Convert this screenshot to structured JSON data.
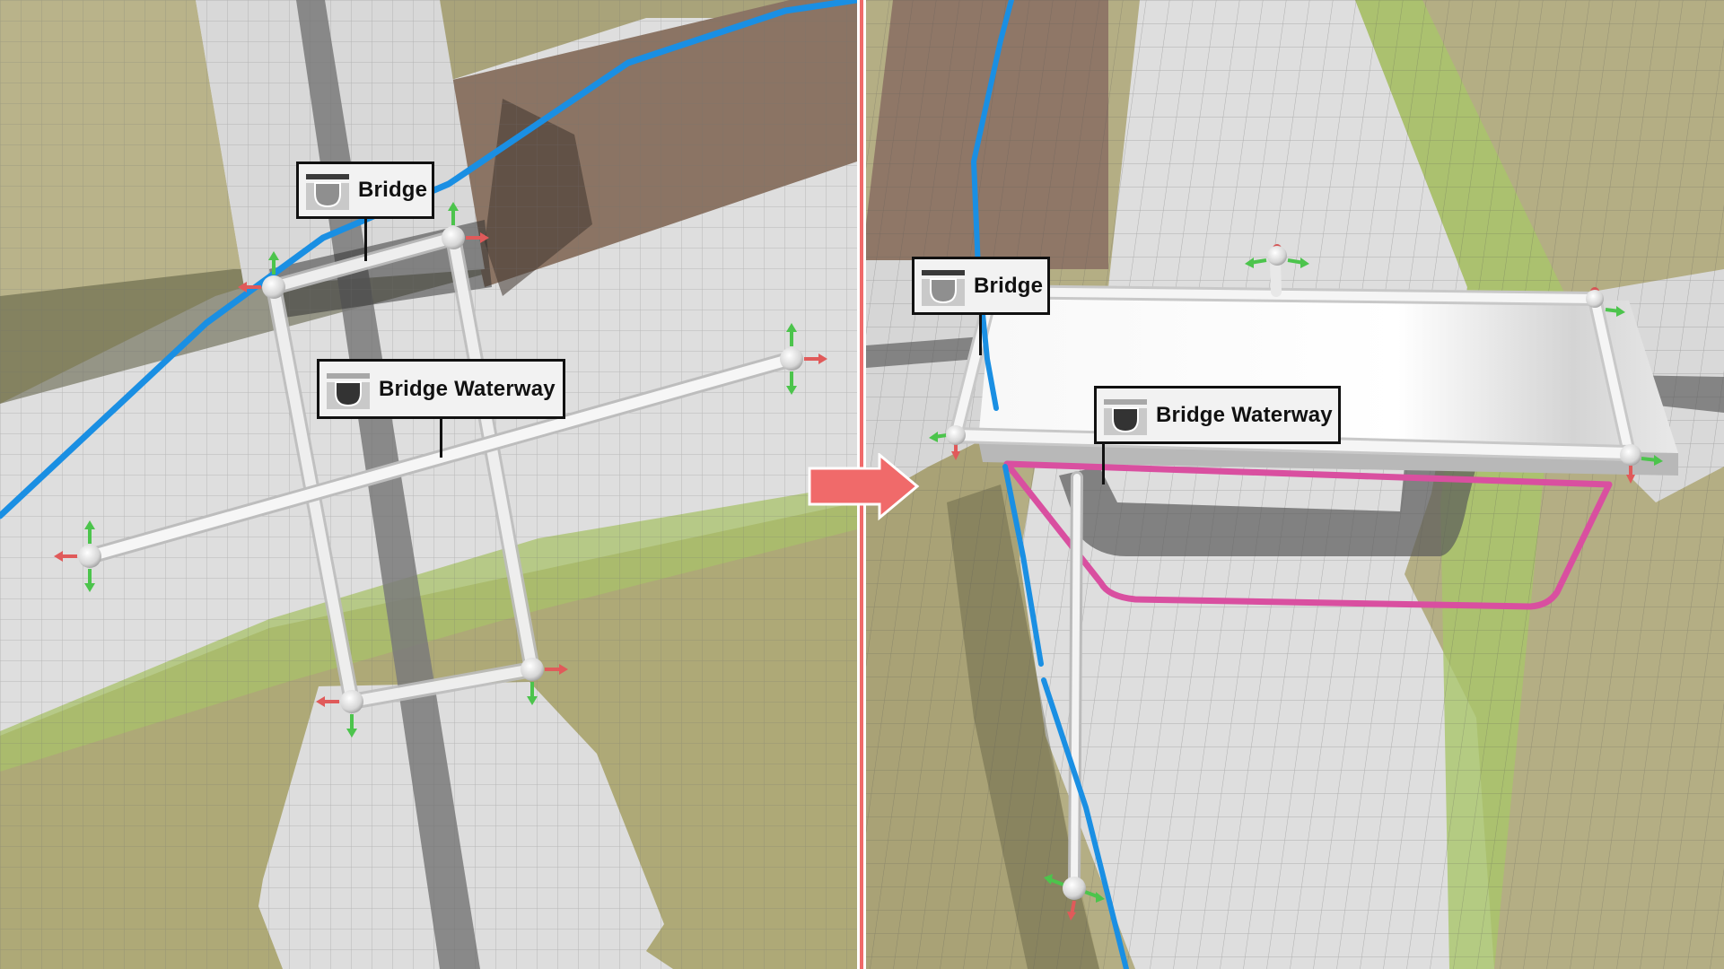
{
  "panels": {
    "left": {
      "view": "plan-view",
      "labels": [
        {
          "id": "bridge",
          "text": "Bridge",
          "icon": "bridge-icon"
        },
        {
          "id": "waterway",
          "text": "Bridge Waterway",
          "icon": "bridge-waterway-icon"
        }
      ]
    },
    "right": {
      "view": "3d-view",
      "labels": [
        {
          "id": "bridge",
          "text": "Bridge",
          "icon": "bridge-icon"
        },
        {
          "id": "waterway",
          "text": "Bridge Waterway",
          "icon": "bridge-waterway-icon"
        }
      ]
    }
  },
  "transition_arrow": {
    "icon": "arrow-right-icon",
    "color": "#f06a6a"
  },
  "colors": {
    "terrain_grass": "#b7b187",
    "terrain_dirt": "#8a7566",
    "road_surface": "#dcdcdc",
    "road_stripe": "#7a7a7a",
    "river_stream": "#1a8fe3",
    "waterway_outline": "#d94fa0",
    "gizmo_x_axis": "#e05a5a",
    "gizmo_y_axis": "#4cc44c",
    "divider": "#f06a6a"
  }
}
